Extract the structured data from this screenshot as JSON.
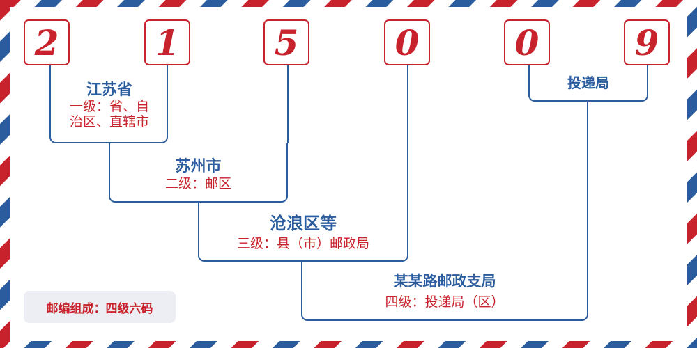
{
  "postcode": {
    "digits": [
      "2",
      "1",
      "5",
      "0",
      "0",
      "9"
    ]
  },
  "levels": [
    {
      "title": "江苏省",
      "level_line1": "一级：省、自",
      "level_line2": "治区、直辖市"
    },
    {
      "title": "苏州市",
      "level": "二级：邮区"
    },
    {
      "title": "沧浪区等",
      "level": "三级：县（市）邮政局"
    },
    {
      "title": "某某路邮政支局",
      "level": "四级：投递局（区）"
    },
    {
      "title": "投递局"
    }
  ],
  "composition_label": "邮编组成：四级六码",
  "colors": {
    "red": "#c8222c",
    "blue": "#2b5d9e",
    "badge_bg": "#eceef3"
  }
}
